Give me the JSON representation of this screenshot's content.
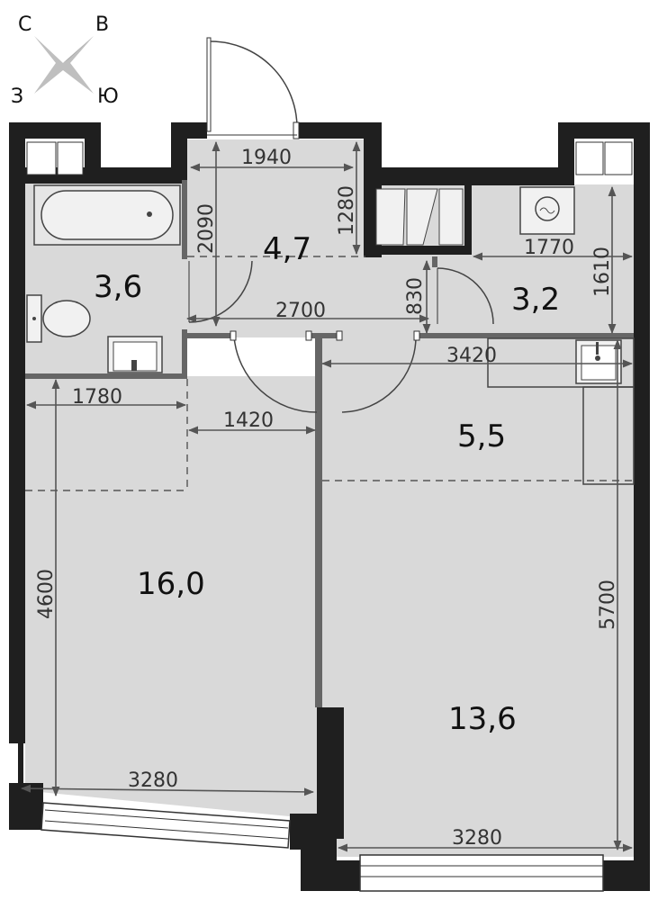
{
  "compass": {
    "north": "С",
    "east": "В",
    "west": "З",
    "south": "Ю"
  },
  "rooms": {
    "bathroom_area": "3,6",
    "hall_area": "4,7",
    "storage_area": "3,2",
    "kitchen_area": "5,5",
    "bedroom_area": "16,0",
    "living_area": "13,6"
  },
  "dimensions": {
    "hall_width": "1940",
    "hall_height": "2090",
    "closet_height": "1280",
    "storage_width": "1770",
    "storage_height": "1610",
    "storage_door": "830",
    "corridor_width": "2700",
    "kitchen_width": "3420",
    "bedroom_top": "1780",
    "bedroom_door": "1420",
    "bedroom_height": "4600",
    "bedroom_bottom": "3280",
    "living_height": "5700",
    "living_bottom": "3280"
  },
  "colors": {
    "wall": "#1f1f1f",
    "floor": "#d9d9d9",
    "dimension": "#555555"
  }
}
